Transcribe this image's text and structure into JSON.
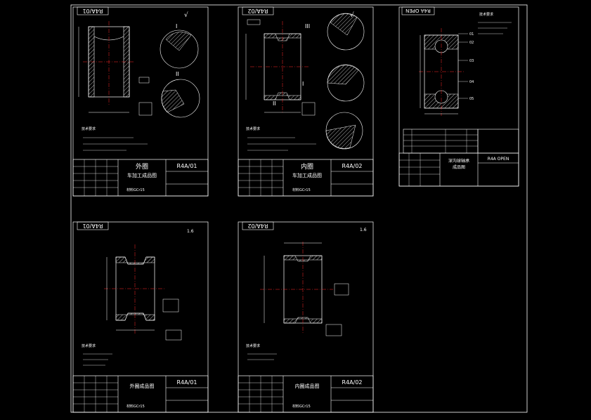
{
  "colors": {
    "background": "#000000",
    "frame": "#ffffff",
    "centerline": "#ff2a2a",
    "dimension": "#ffffff",
    "hatch": "#ffffff"
  },
  "sheets": [
    {
      "id": "outer-ring-turning",
      "code_top": "R4A/01",
      "drawing_no": "R4A/01",
      "title_line1": "外圈",
      "title_line2": "车加工成品图",
      "material": "材料GCr15",
      "surface_mark": "√",
      "detail_labels": [
        "I",
        "II"
      ],
      "notes_header": "技术要求"
    },
    {
      "id": "inner-ring-turning",
      "code_top": "R4A/02",
      "drawing_no": "R4A/02",
      "title_line1": "内圈",
      "title_line2": "车加工成品图",
      "material": "材料GCr15",
      "surface_mark": "√",
      "detail_labels": [
        "I",
        "II",
        "III"
      ],
      "notes_header": "技术要求"
    },
    {
      "id": "bearing-assembly",
      "code_top": "R4A OPEN",
      "drawing_no": "R4A OPEN",
      "title_line1": "深沟球轴承",
      "title_line2": "成品图",
      "part_labels": [
        "01",
        "02",
        "03",
        "04",
        "05"
      ],
      "notes_header": "技术要求"
    },
    {
      "id": "outer-ring-finished",
      "code_top": "R4A/01",
      "drawing_no": "R4A/01",
      "title_line1": "外圈成品图",
      "material": "材料GCr15",
      "surface_mark": "1.6",
      "notes_header": "技术要求"
    },
    {
      "id": "inner-ring-finished",
      "code_top": "R4A/02",
      "drawing_no": "R4A/02",
      "title_line1": "内圈成品图",
      "material": "材料GCr15",
      "surface_mark": "1.6",
      "notes_header": "技术要求"
    }
  ]
}
